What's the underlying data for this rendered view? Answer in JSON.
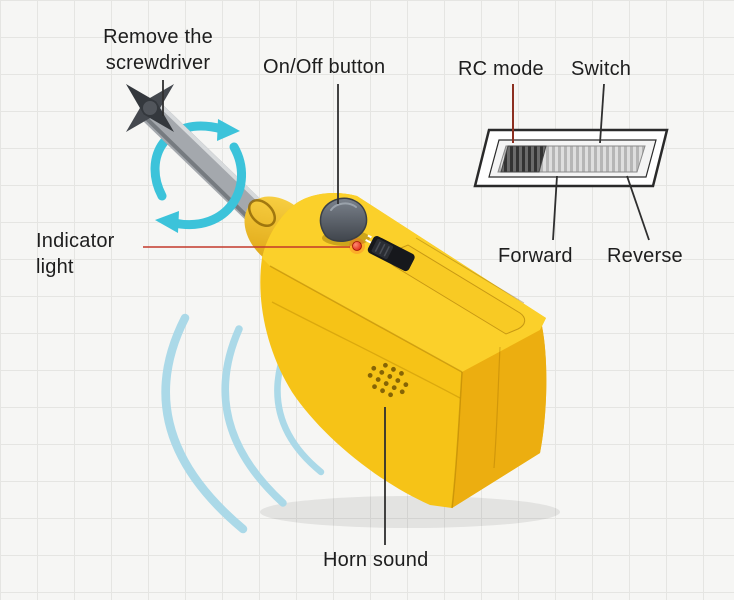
{
  "labels": {
    "remove_screwdriver": "Remove the screwdriver",
    "on_off_button": "On/Off button",
    "rc_mode": "RC mode",
    "switch": "Switch",
    "forward": "Forward",
    "reverse": "Reverse",
    "indicator_light": "Indicator light",
    "horn_sound": "Horn sound"
  },
  "colors": {
    "body_yellow": "#f6c317",
    "body_yellow_light": "#fbd02a",
    "body_yellow_dark": "#ecae10",
    "rotation_arrows_cyan": "#3cc3da",
    "sound_waves_blue": "#a8d8e8",
    "indicator_led_red": "#e02818",
    "on_off_button_gray": "#565c64",
    "leader_line_dark": "#2f2f2f",
    "leader_line_red": "#c3392b",
    "leader_line_maroon": "#8c2f20",
    "background": "#f6f6f4",
    "grid_line": "#e5e5e2"
  },
  "icons": {
    "rotation_arrows": "circular-rotation-arrows",
    "sound_waves": "concentric-sound-wave-arcs",
    "phillips_tip": "phillips-screwdriver-tip",
    "speaker": "speaker-hole-grille",
    "slider_switch": "three-position-slider-switch"
  }
}
